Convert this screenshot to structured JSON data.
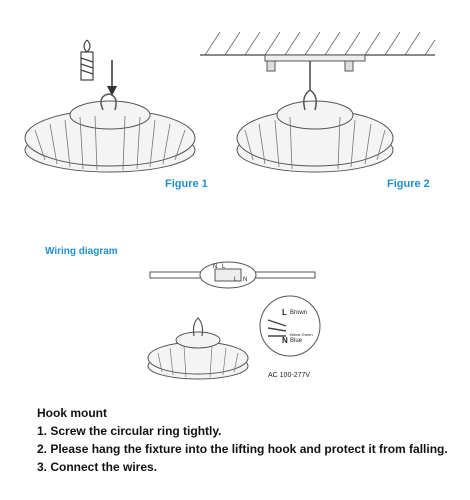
{
  "figure1": {
    "caption": "Figure 1"
  },
  "figure2": {
    "caption": "Figure 2"
  },
  "wiring": {
    "title": "Wiring diagram",
    "terminal_labels": [
      "N",
      "L",
      "L",
      "N"
    ],
    "inset_labels": {
      "l": "L",
      "brown": "Brown",
      "n": "N",
      "blue": "Blue",
      "yellow_green": "Yellow Green"
    },
    "voltage": "AC 100-277V"
  },
  "instructions": {
    "heading": "Hook mount",
    "steps": [
      "1. Screw the circular ring tightly.",
      "2. Please hang the fixture into the lifting hook and protect it from falling.",
      "3. Connect the wires."
    ]
  },
  "colors": {
    "caption": "#1f8fd0",
    "line": "#444444"
  }
}
